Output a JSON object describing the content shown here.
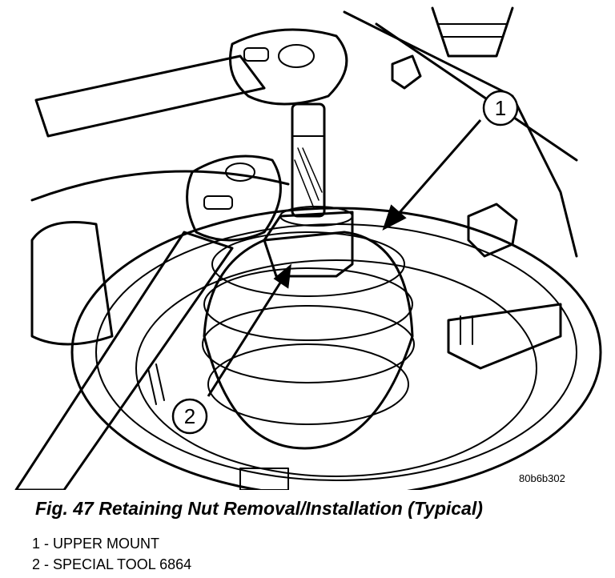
{
  "figure": {
    "code": "80b6b302",
    "caption": "Fig. 47 Retaining Nut Removal/Installation (Typical)",
    "callouts": [
      "1",
      "2"
    ],
    "legend": [
      {
        "text": "1 - UPPER MOUNT"
      },
      {
        "text": "2 - SPECIAL TOOL 6864"
      }
    ]
  }
}
